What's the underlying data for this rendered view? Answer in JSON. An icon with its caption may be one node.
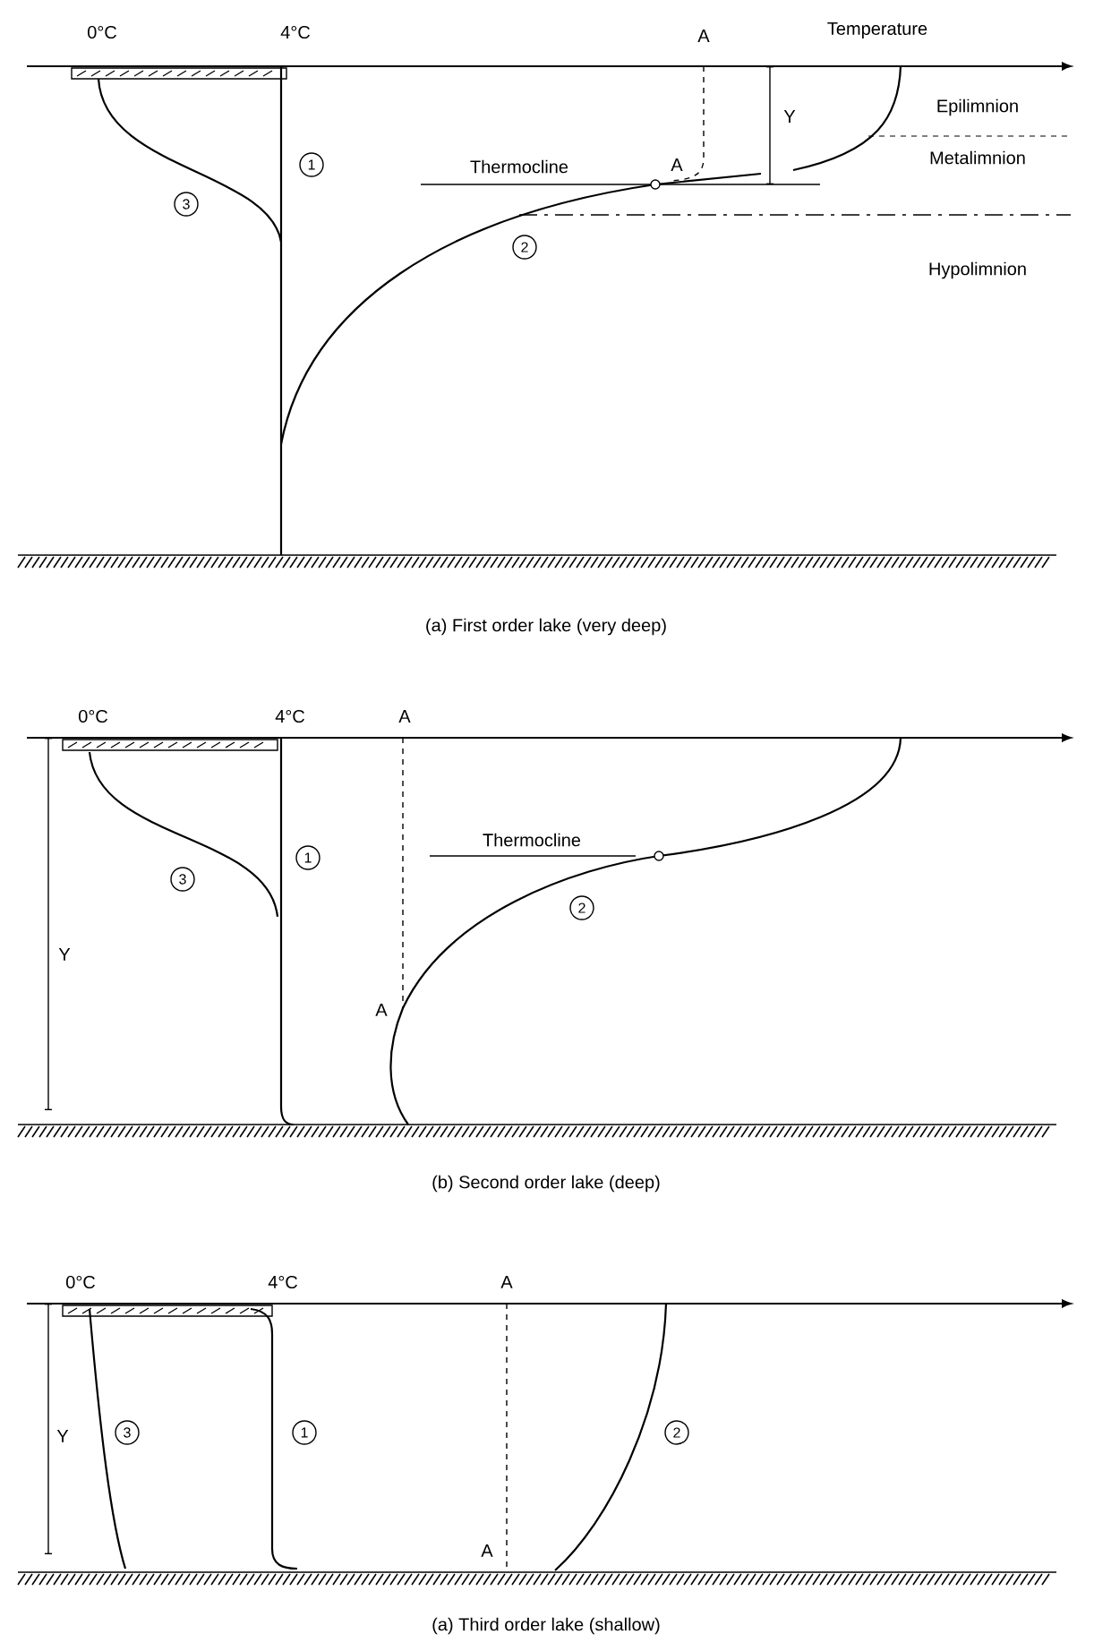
{
  "diagram": {
    "labels": [
      "0°C",
      "4°C",
      "A",
      "Temperature",
      "Y",
      "Epilimnion",
      "1",
      "Metalimnion",
      "Thermocline",
      "A",
      "3",
      "2",
      "Hypolimnion",
      "(a) First order lake (very deep)",
      "0°C",
      "4°C",
      "A",
      "Thermocline",
      "1",
      "3",
      "2",
      "Y",
      "A",
      "(b) Second order lake (deep)",
      "0°C",
      "4°C",
      "A",
      "Y",
      "3",
      "1",
      "2",
      "A",
      "(a) Third order lake (shallow)"
    ]
  }
}
